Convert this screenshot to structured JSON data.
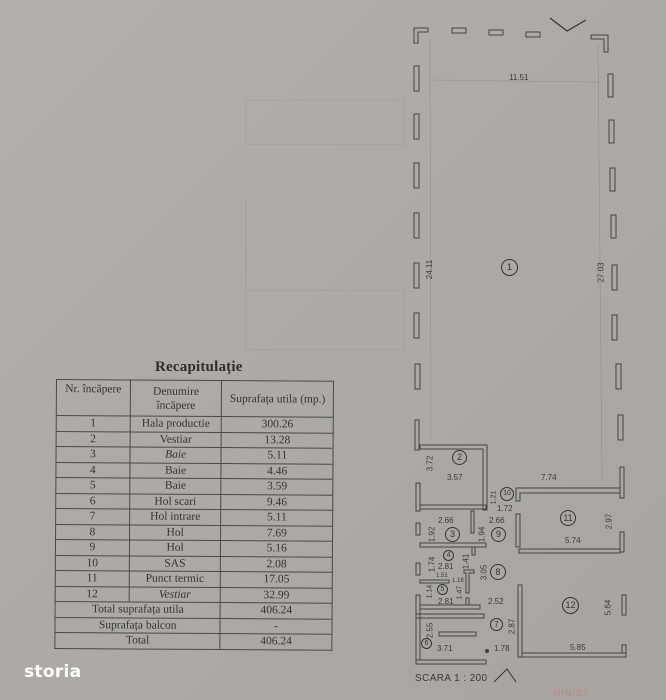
{
  "document": {
    "table_title": "Recapitulație",
    "columns": [
      "Nr. încăpere",
      "Denumire încăpere",
      "Suprafața utila (mp.)"
    ],
    "rows": [
      {
        "nr": "1",
        "name": "Hala productie",
        "area": "300.26"
      },
      {
        "nr": "2",
        "name": "Vestiar",
        "area": "13.28"
      },
      {
        "nr": "3",
        "name": "Baie",
        "area": "5.11"
      },
      {
        "nr": "4",
        "name": "Baie",
        "area": "4.46"
      },
      {
        "nr": "5",
        "name": "Baie",
        "area": "3.59"
      },
      {
        "nr": "6",
        "name": "Hol scari",
        "area": "9.46"
      },
      {
        "nr": "7",
        "name": "Hol intrare",
        "area": "5.11"
      },
      {
        "nr": "8",
        "name": "Hol",
        "area": "7.69"
      },
      {
        "nr": "9",
        "name": "Hol",
        "area": "5.16"
      },
      {
        "nr": "10",
        "name": "SAS",
        "area": "2.08"
      },
      {
        "nr": "11",
        "name": "Punct termic",
        "area": "17.05"
      },
      {
        "nr": "12",
        "name": "Vestiar",
        "area": "32.99"
      }
    ],
    "totals": [
      {
        "label": "Total suprafața utila",
        "value": "406.24"
      },
      {
        "label": "Suprafața balcon",
        "value": "-"
      },
      {
        "label": "Total",
        "value": "406.24"
      }
    ]
  },
  "floor_plan": {
    "rooms": [
      "1",
      "2",
      "3",
      "4",
      "5",
      "6",
      "7",
      "8",
      "9",
      "10",
      "11",
      "12"
    ],
    "dimensions": {
      "top_width": "11.51",
      "left_height": "24.11",
      "right_height": "27.03",
      "r2_height": "3.72",
      "r2_width": "3.57",
      "r10_width": "7.74",
      "r10_h": "1.21",
      "r10_w": "1.72",
      "r3_w": "2.66",
      "r9_w": "2.66",
      "r3_h": "1.92",
      "r9_h": "1.94",
      "r11_h": "2.97",
      "r11_w": "5.74",
      "r4_h": "1.74",
      "r4_w": "2.81",
      "r4_h2": "1.41",
      "r8_h": "3.05",
      "r5_a": "1.51",
      "r5_b": "1.16",
      "r5_h": "1.14",
      "r5_h2": "1.47",
      "r5_w": "2.81",
      "r8_w": "2.52",
      "r12_h": "5.64",
      "r6_h": "2.55",
      "r7_h": "2.87",
      "r6_w": "3.71",
      "r7_w": "1.78",
      "r12_w": "5.85"
    },
    "scale": "SCARA 1 : 200",
    "stamp": "MINIST"
  },
  "watermark": {
    "brand": "storia"
  }
}
